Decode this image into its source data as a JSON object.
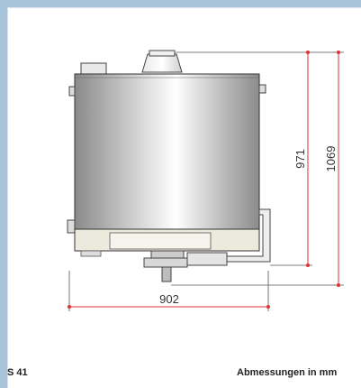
{
  "drawing": {
    "model_label": "S 41",
    "units_label": "Abmessungen in mm",
    "dim_width": "902",
    "dim_height_inner": "971",
    "dim_height_outer": "1069"
  },
  "colors": {
    "frame": "#a7c3d9",
    "dimension_lines": "#e03030",
    "body_light": "#f4f4f4",
    "body_dark": "#7a7a7a",
    "base": "#ece9dd"
  }
}
